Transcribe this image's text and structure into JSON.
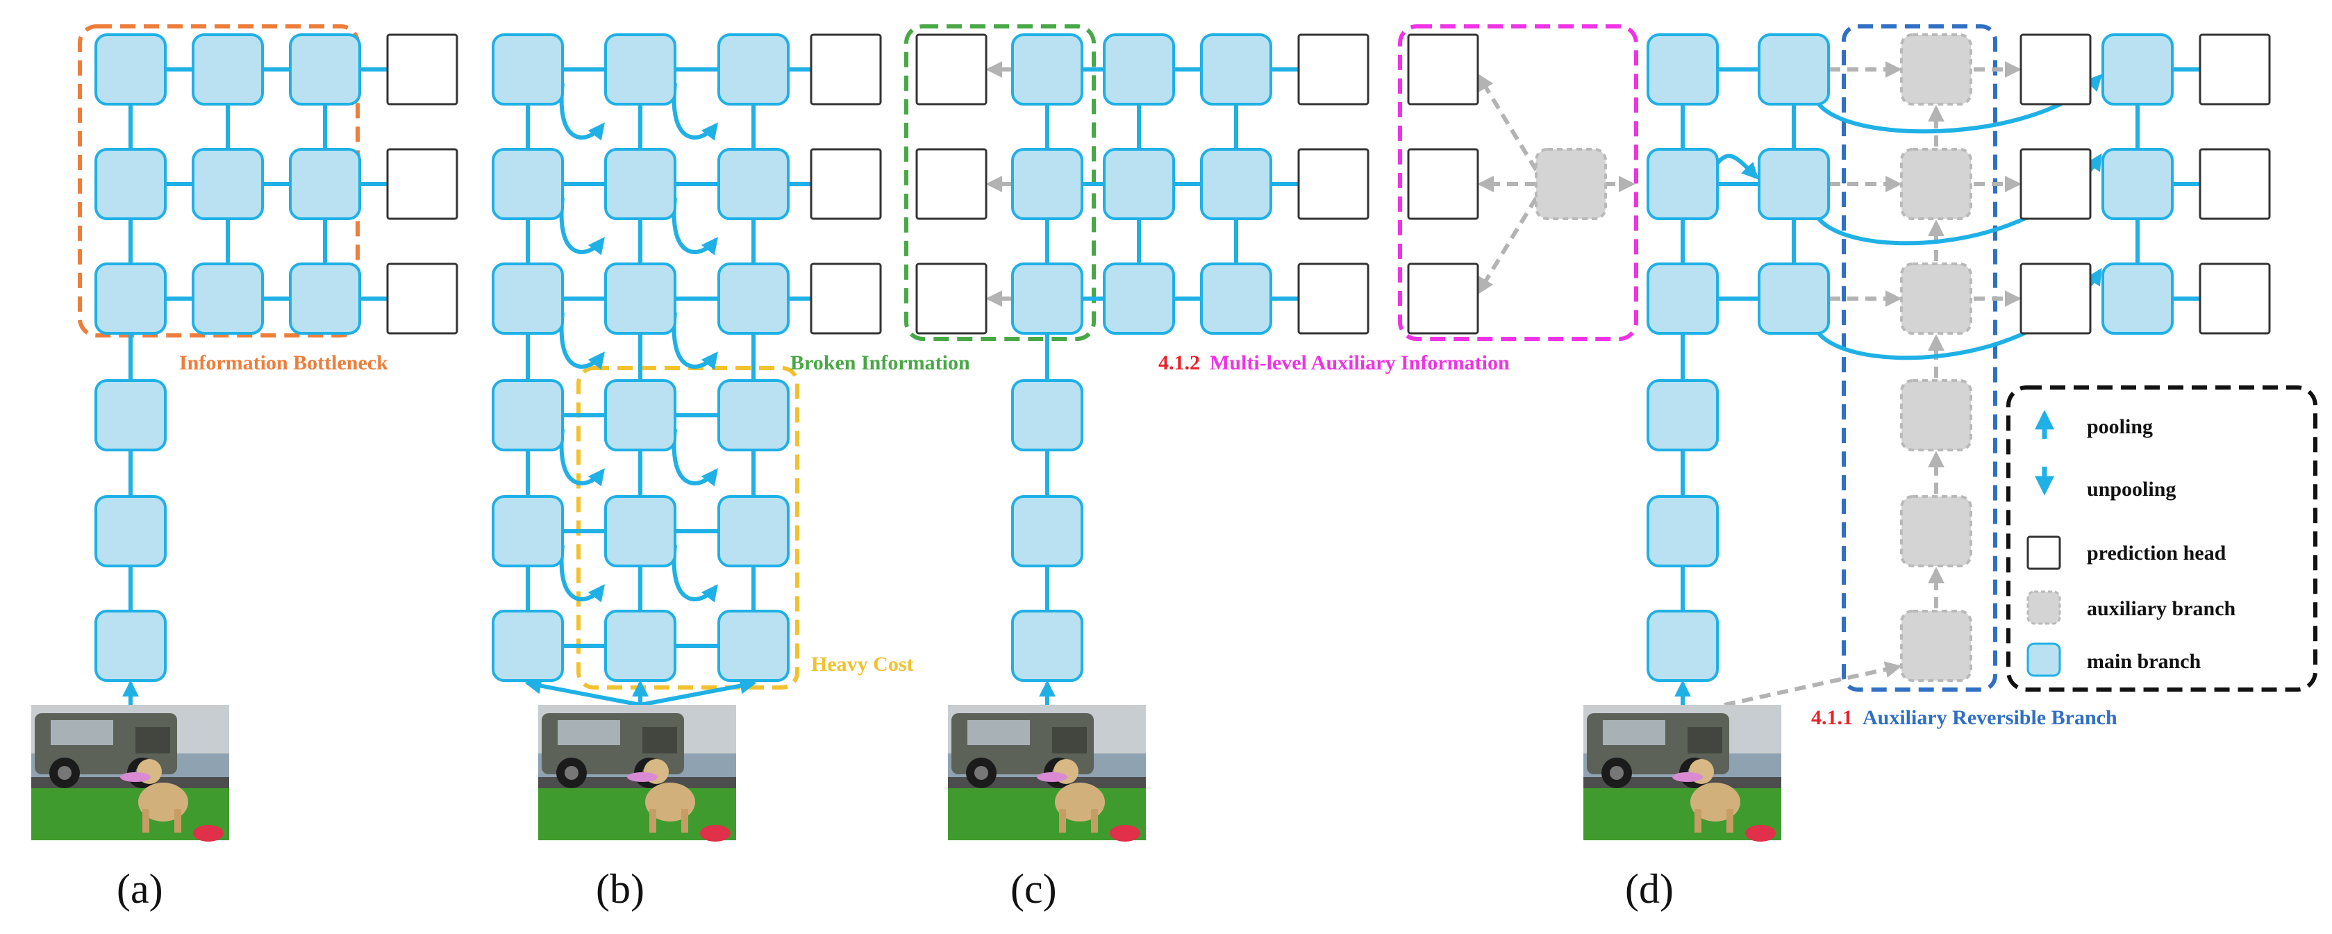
{
  "colors": {
    "main_fill": "#b9e1f2",
    "main_stroke": "#1fb0e6",
    "arrow": "#1fb0e6",
    "aux_fill": "#d4d4d4",
    "aux_stroke": "#b9b9b9",
    "aux_arrow": "#b3b3b3",
    "head_stroke": "#333333",
    "orange": "#ee7d3a",
    "yellow": "#f2c12e",
    "green": "#48a846",
    "magenta": "#f032e6",
    "blue": "#2f6fc4",
    "red": "#e8222a",
    "black": "#111111"
  },
  "labels": {
    "a_box": "Information  Bottleneck",
    "b_box": "Heavy Cost",
    "c_box": "Broken  Information",
    "mla_num": "4.1.2",
    "mla_text": "Multi-level Auxiliary  Information",
    "arb_num": "4.1.1",
    "arb_text": "Auxiliary  Reversible Branch"
  },
  "panel_labels": [
    "(a)",
    "(b)",
    "(c)",
    "(d)"
  ],
  "legend": {
    "pooling": "pooling",
    "unpooling": "unpooling",
    "head": "prediction head",
    "aux": "auxiliary branch",
    "main": "main branch"
  },
  "icons": {
    "photo": "jeep-and-dog-photo"
  }
}
